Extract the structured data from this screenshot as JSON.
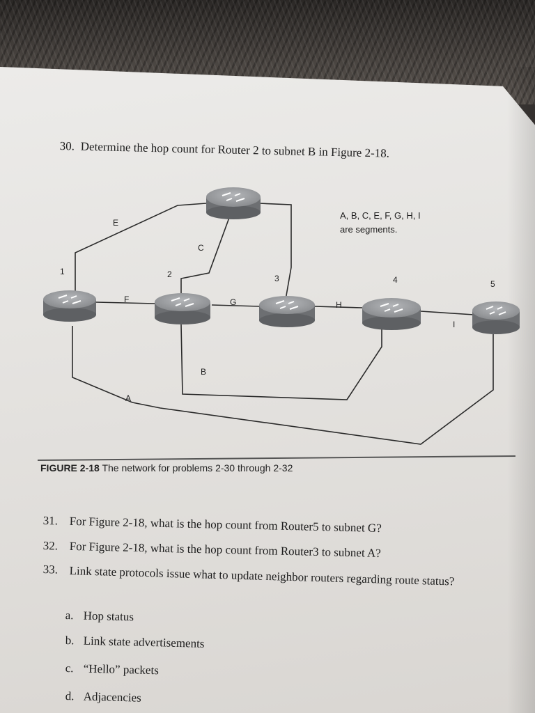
{
  "question_30": {
    "number": "30.",
    "text": "Determine the hop count for Router 2 to subnet B in Figure 2-18."
  },
  "diagram": {
    "note_line1": "A, B, C, E, F, G, H, I",
    "note_line2": "are segments.",
    "router_numbers": [
      "1",
      "2",
      "3",
      "4",
      "5"
    ],
    "segments": [
      "A",
      "B",
      "C",
      "E",
      "F",
      "G",
      "H",
      "I"
    ]
  },
  "figure_caption": {
    "label": "FIGURE 2-18",
    "text": "The network for problems 2-30 through 2-32"
  },
  "questions": [
    {
      "number": "31.",
      "text": "For Figure 2-18, what is the hop count from Router5 to subnet G?"
    },
    {
      "number": "32.",
      "text": "For Figure 2-18, what is the hop count from Router3 to subnet A?"
    }
  ],
  "question_33": {
    "number": "33.",
    "text": "Link state protocols issue what to update neighbor routers regarding route status?",
    "options": [
      {
        "letter": "a.",
        "text": "Hop status"
      },
      {
        "letter": "b.",
        "text": "Link state advertisements"
      },
      {
        "letter": "c.",
        "text": "“Hello” packets"
      },
      {
        "letter": "d.",
        "text": "Adjacencies"
      }
    ]
  },
  "colors": {
    "router_top": "#9a9c9f",
    "router_side": "#6d6f72",
    "paper": "#e6e4e1",
    "ink": "#1e1e1e"
  }
}
